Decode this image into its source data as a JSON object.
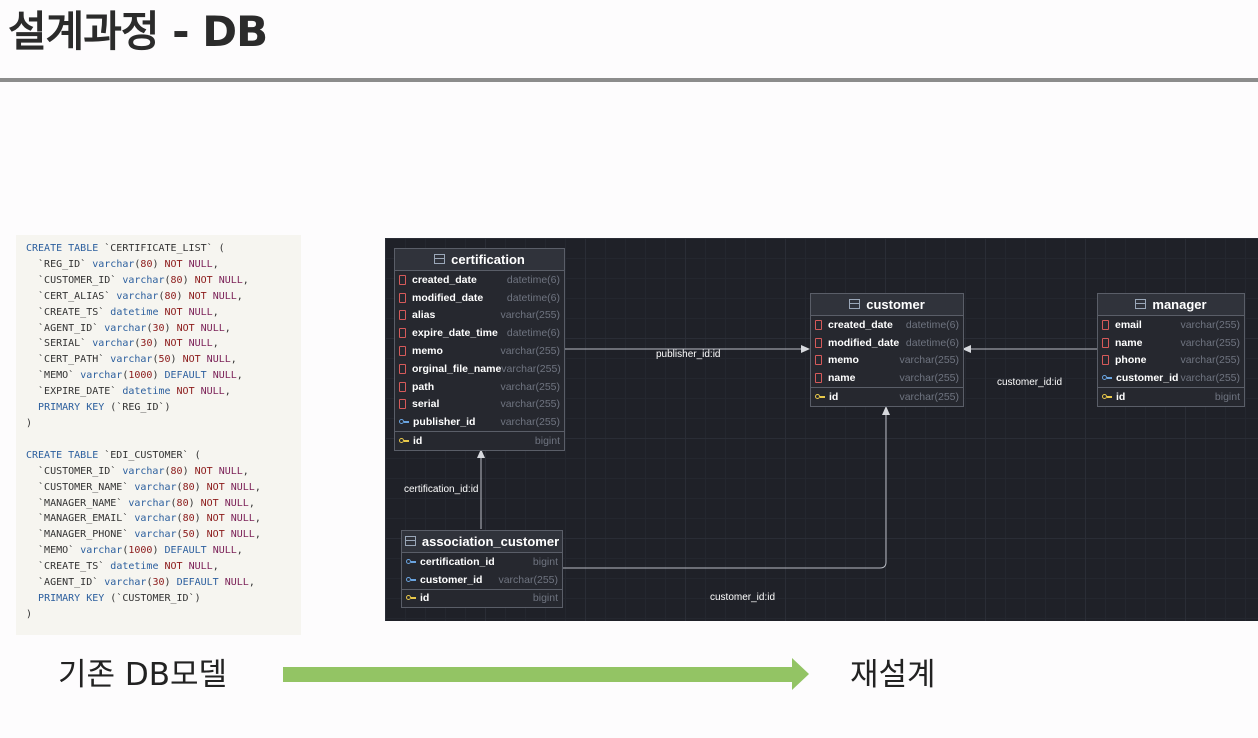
{
  "slide": {
    "title": "설계과정 - DB",
    "before_label": "기존 DB모델",
    "after_label": "재설계"
  },
  "sql": {
    "lines": [
      "CREATE TABLE `CERTIFICATE_LIST` (",
      "  `REG_ID` varchar(80) NOT NULL,",
      "  `CUSTOMER_ID` varchar(80) NOT NULL,",
      "  `CERT_ALIAS` varchar(80) NOT NULL,",
      "  `CREATE_TS` datetime NOT NULL,",
      "  `AGENT_ID` varchar(30) NOT NULL,",
      "  `SERIAL` varchar(30) NOT NULL,",
      "  `CERT_PATH` varchar(50) NOT NULL,",
      "  `MEMO` varchar(1000) DEFAULT NULL,",
      "  `EXPIRE_DATE` datetime NOT NULL,",
      "  PRIMARY KEY (`REG_ID`)",
      ")",
      "",
      "CREATE TABLE `EDI_CUSTOMER` (",
      "  `CUSTOMER_ID` varchar(80) NOT NULL,",
      "  `CUSTOMER_NAME` varchar(80) NOT NULL,",
      "  `MANAGER_NAME` varchar(80) NOT NULL,",
      "  `MANAGER_EMAIL` varchar(80) NOT NULL,",
      "  `MANAGER_PHONE` varchar(50) NOT NULL,",
      "  `MEMO` varchar(1000) DEFAULT NULL,",
      "  `CREATE_TS` datetime NOT NULL,",
      "  `AGENT_ID` varchar(30) DEFAULT NULL,",
      "  PRIMARY KEY (`CUSTOMER_ID`)",
      ")"
    ]
  },
  "erd": {
    "tables": {
      "certification": {
        "name": "certification",
        "fields": [
          {
            "name": "created_date",
            "type": "datetime(6)",
            "kind": "field"
          },
          {
            "name": "modified_date",
            "type": "datetime(6)",
            "kind": "field"
          },
          {
            "name": "alias",
            "type": "varchar(255)",
            "kind": "field"
          },
          {
            "name": "expire_date_time",
            "type": "datetime(6)",
            "kind": "field"
          },
          {
            "name": "memo",
            "type": "varchar(255)",
            "kind": "field"
          },
          {
            "name": "orginal_file_name",
            "type": "varchar(255)",
            "kind": "field"
          },
          {
            "name": "path",
            "type": "varchar(255)",
            "kind": "field"
          },
          {
            "name": "serial",
            "type": "varchar(255)",
            "kind": "field"
          },
          {
            "name": "publisher_id",
            "type": "varchar(255)",
            "kind": "fk"
          },
          {
            "name": "id",
            "type": "bigint",
            "kind": "pk"
          }
        ]
      },
      "customer": {
        "name": "customer",
        "fields": [
          {
            "name": "created_date",
            "type": "datetime(6)",
            "kind": "field"
          },
          {
            "name": "modified_date",
            "type": "datetime(6)",
            "kind": "field"
          },
          {
            "name": "memo",
            "type": "varchar(255)",
            "kind": "field"
          },
          {
            "name": "name",
            "type": "varchar(255)",
            "kind": "field"
          },
          {
            "name": "id",
            "type": "varchar(255)",
            "kind": "pk"
          }
        ]
      },
      "manager": {
        "name": "manager",
        "fields": [
          {
            "name": "email",
            "type": "varchar(255)",
            "kind": "field"
          },
          {
            "name": "name",
            "type": "varchar(255)",
            "kind": "field"
          },
          {
            "name": "phone",
            "type": "varchar(255)",
            "kind": "field"
          },
          {
            "name": "customer_id",
            "type": "varchar(255)",
            "kind": "fk"
          },
          {
            "name": "id",
            "type": "bigint",
            "kind": "pk"
          }
        ]
      },
      "association_customer": {
        "name": "association_customer",
        "fields": [
          {
            "name": "certification_id",
            "type": "bigint",
            "kind": "fk"
          },
          {
            "name": "customer_id",
            "type": "varchar(255)",
            "kind": "fk"
          },
          {
            "name": "id",
            "type": "bigint",
            "kind": "pk"
          }
        ]
      }
    },
    "relations": {
      "publisher": "publisher_id:id",
      "manager_customer": "customer_id:id",
      "assoc_certification": "certification_id:id",
      "assoc_customer": "customer_id:id"
    }
  }
}
